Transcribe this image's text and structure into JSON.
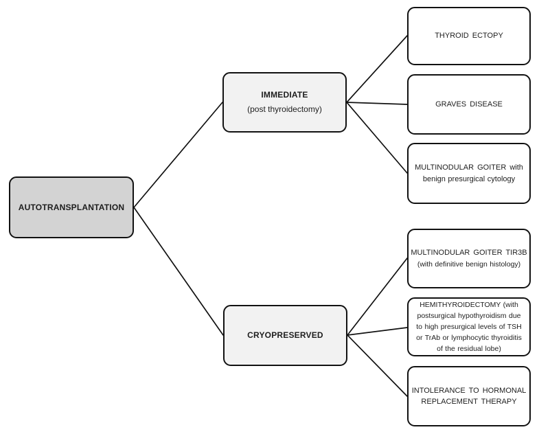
{
  "colors": {
    "root_fill": "#d3d3d3",
    "branch_fill": "#f2f2f2",
    "leaf_fill": "#ffffff",
    "border": "#111111",
    "line": "#111111"
  },
  "root": {
    "label": "AUTOTRANSPLANTATION"
  },
  "branches": {
    "immediate": {
      "title": "IMMEDIATE",
      "subtitle": "(post thyroidectomy)"
    },
    "cryopreserved": {
      "title": "CRYOPRESERVED"
    }
  },
  "immediate_leaves": [
    {
      "lines": [
        "THYROID ECTOPY"
      ]
    },
    {
      "lines": [
        "GRAVES DISEASE"
      ]
    },
    {
      "lines": [
        "MULTINODULAR GOITER with",
        "benign presurgical cytology"
      ]
    }
  ],
  "cryopreserved_leaves": [
    {
      "lines": [
        "MULTINODULAR GOITER TIR3B",
        "(with definitive benign histology)"
      ]
    },
    {
      "lines": [
        "HEMITHYROIDECTOMY  (with",
        "postsurgical hypothyroidism due",
        "to high presurgical levels of TSH",
        "or TrAb or lymphocytic thyroiditis",
        "of the residual lobe)"
      ]
    },
    {
      "lines": [
        "INTOLERANCE TO HORMONAL",
        "REPLACEMENT THERAPY"
      ]
    }
  ]
}
